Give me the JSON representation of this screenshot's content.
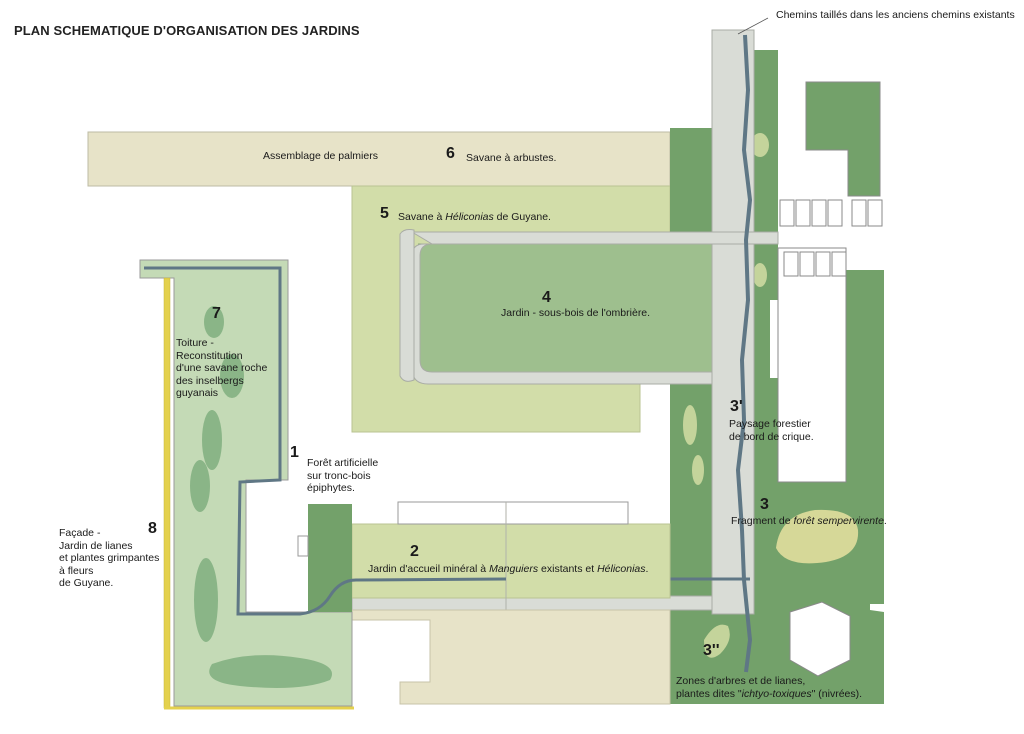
{
  "title": "PLAN SCHEMATIQUE D'ORGANISATION DES JARDINS",
  "annotation_top": "Chemins taillés dans les anciens chemins existants",
  "colors": {
    "dark_green": "#73a16a",
    "mid_green": "#a0c18f",
    "light_green": "#d2dda9",
    "beige": "#e7e3c8",
    "roof_green": "#c4dab6",
    "path_gray": "#d9dcd6",
    "water": "#5f7785",
    "facade_yellow": "#e4d14d",
    "building_line": "#9a9a9a"
  },
  "zones": {
    "z6": {
      "number": "6",
      "label": "Savane à arbustes.",
      "sub": "Assemblage de palmiers"
    },
    "z5": {
      "number": "5",
      "label_pre": "Savane à ",
      "label_it": "Héliconias",
      "label_post": " de Guyane."
    },
    "z4": {
      "number": "4",
      "label": "Jardin - sous-bois de l'ombrière."
    },
    "z7": {
      "number": "7",
      "lines": [
        "Toiture -",
        "Reconstitution",
        "d'une savane roche",
        "des inselbergs",
        "guyanais"
      ]
    },
    "z1": {
      "number": "1",
      "lines": [
        "Forêt artificielle",
        "sur tronc-bois",
        "épiphytes."
      ]
    },
    "z8": {
      "number": "8",
      "lines": [
        "Façade -",
        "Jardin de lianes",
        "et plantes grimpantes",
        "à fleurs",
        "de Guyane."
      ]
    },
    "z2": {
      "number": "2",
      "pre": "Jardin d'accueil minéral à ",
      "it1": "Manguiers",
      "mid": " existants et ",
      "it2": "Héliconias",
      "post": "."
    },
    "z3p": {
      "number": "3'",
      "lines": [
        "Paysage forestier",
        "de bord de crique."
      ]
    },
    "z3": {
      "number": "3",
      "pre": "Fragment de ",
      "it": "forêt sempervirente",
      "post": "."
    },
    "z3pp": {
      "number": "3''",
      "line1": "Zones d'arbres et de lianes,",
      "pre": "plantes dites \"",
      "it": "ichtyo-toxiques",
      "post": "\" (nivrées)."
    }
  }
}
